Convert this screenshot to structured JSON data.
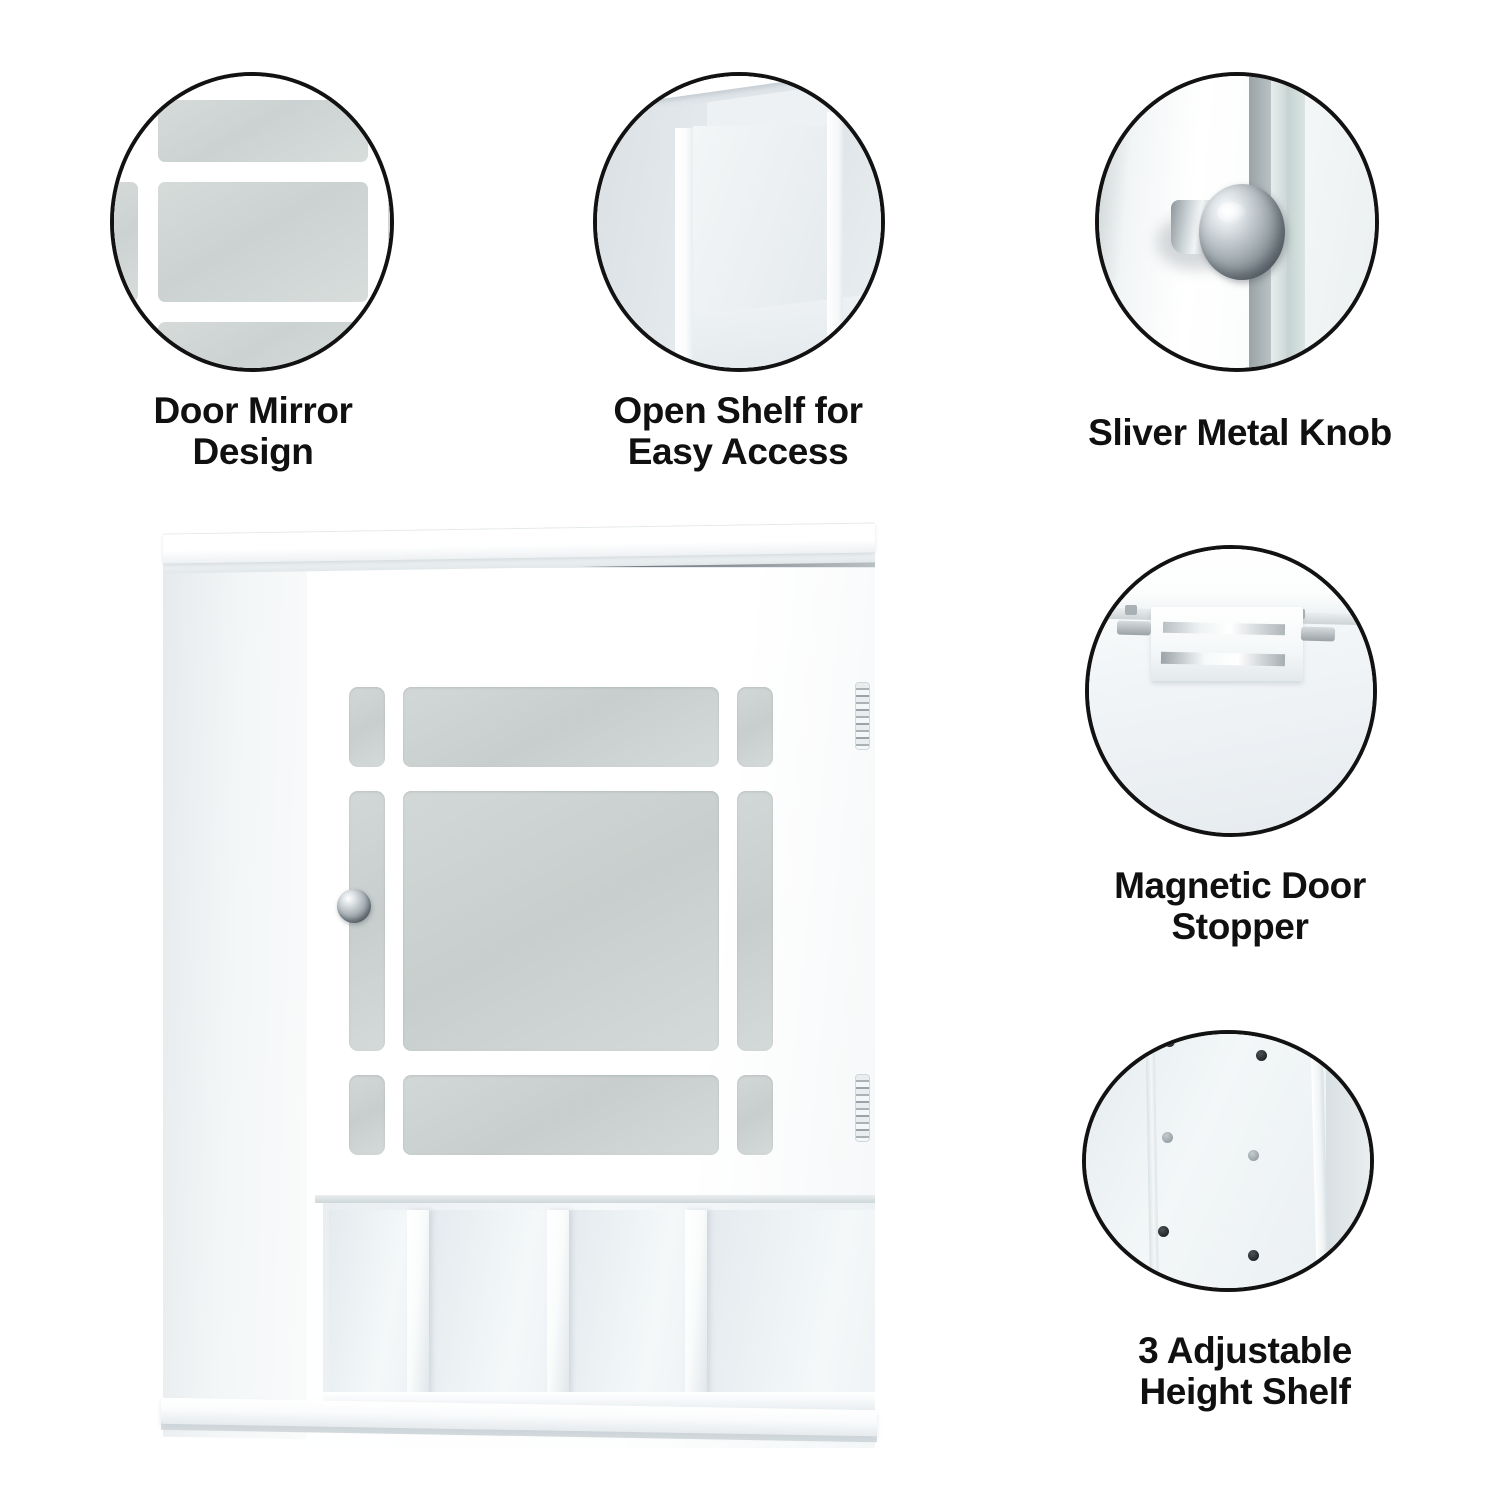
{
  "features": [
    {
      "id": "door-mirror",
      "caption": "Door Mirror\nDesign",
      "caption_line1": "Door Mirror",
      "caption_line2": "Design",
      "icon": "mirror-panel-closeup"
    },
    {
      "id": "open-shelf",
      "caption": "Open Shelf for\nEasy Access",
      "caption_line1": "Open Shelf for",
      "caption_line2": "Easy Access",
      "icon": "open-shelf-closeup"
    },
    {
      "id": "metal-knob",
      "caption": "Sliver Metal Knob",
      "caption_line1": "Sliver Metal Knob",
      "caption_line2": "",
      "icon": "chrome-knob-closeup"
    },
    {
      "id": "magnetic-stopper",
      "caption": "Magnetic Door\nStopper",
      "caption_line1": "Magnetic Door",
      "caption_line2": "Stopper",
      "icon": "magnetic-catch-closeup"
    },
    {
      "id": "adjustable-shelf",
      "caption": "3 Adjustable\nHeight Shelf",
      "caption_line1": "3 Adjustable",
      "caption_line2": "Height Shelf",
      "icon": "shelf-pin-holes-closeup"
    }
  ],
  "product": {
    "name": "white-wall-mounted-bathroom-storage-cabinet",
    "door_count": 1,
    "mirror_panel_count": 9,
    "hinge_count": 2,
    "knob_count": 1,
    "open_shelf_divider_count": 3,
    "open_shelf_compartment_count": 4
  },
  "colors": {
    "background": "#ffffff",
    "cabinet_white": "#ffffff",
    "cabinet_shade": "#eef2f4",
    "mirror_gray": "#c7cecd",
    "outline_black": "#121212",
    "caption_black": "#101010",
    "chrome_light": "#dfe5e8",
    "chrome_dark": "#6c757b"
  }
}
